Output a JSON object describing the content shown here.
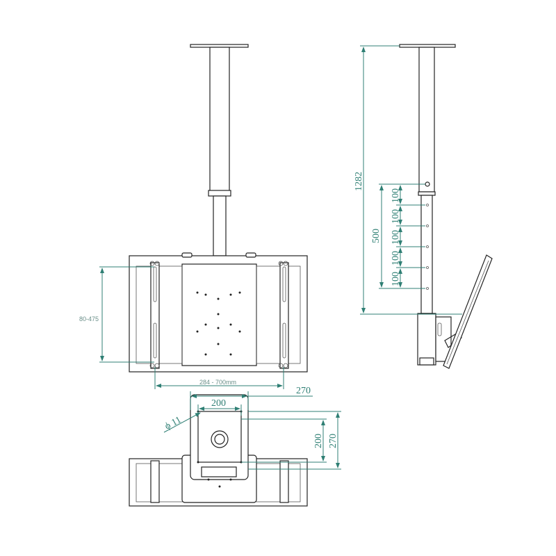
{
  "colors": {
    "dimension": "#2f7f74",
    "line": "#222222",
    "background": "#ffffff"
  },
  "front_view": {
    "height_range_label": "80-475",
    "width_range_label": "284 - 700mm"
  },
  "top_view": {
    "plate_width_label": "270",
    "hole_spacing_label": "200",
    "hole_diameter_label": "ϕ 11",
    "hole_spacing_vertical_label": "200",
    "plate_height_label": "270"
  },
  "side_view": {
    "total_height_label": "1282",
    "adjust_range_label": "500",
    "step_labels": [
      "100",
      "100",
      "100",
      "100",
      "100"
    ]
  }
}
